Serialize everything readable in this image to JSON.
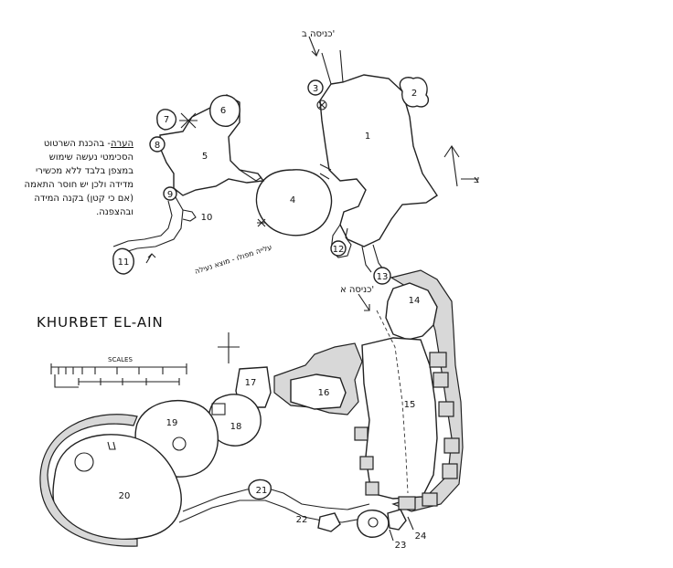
{
  "note": {
    "heading": "הערה",
    "text": "- בהכנת השרטוט הסכימטי נעשה שימוש במצפן בלבד ללא מכשירי מדידה ולכן יש חוסר התאמה (אם כי קטן) בקנה המידה ובהצפנה."
  },
  "site_title": "KHURBET EL-AIN",
  "scale_label": "SCALES",
  "entrances": {
    "a": "כניסה א'",
    "b": "כניסה ב'"
  },
  "passage_label": "עלייה מפולו - מוצא נעילה",
  "north_letter": "צ",
  "rooms": [
    "1",
    "2",
    "3",
    "4",
    "5",
    "6",
    "7",
    "8",
    "9",
    "10",
    "11",
    "12",
    "13",
    "14",
    "15",
    "16",
    "17",
    "18",
    "19",
    "20",
    "21",
    "22",
    "23",
    "24"
  ]
}
